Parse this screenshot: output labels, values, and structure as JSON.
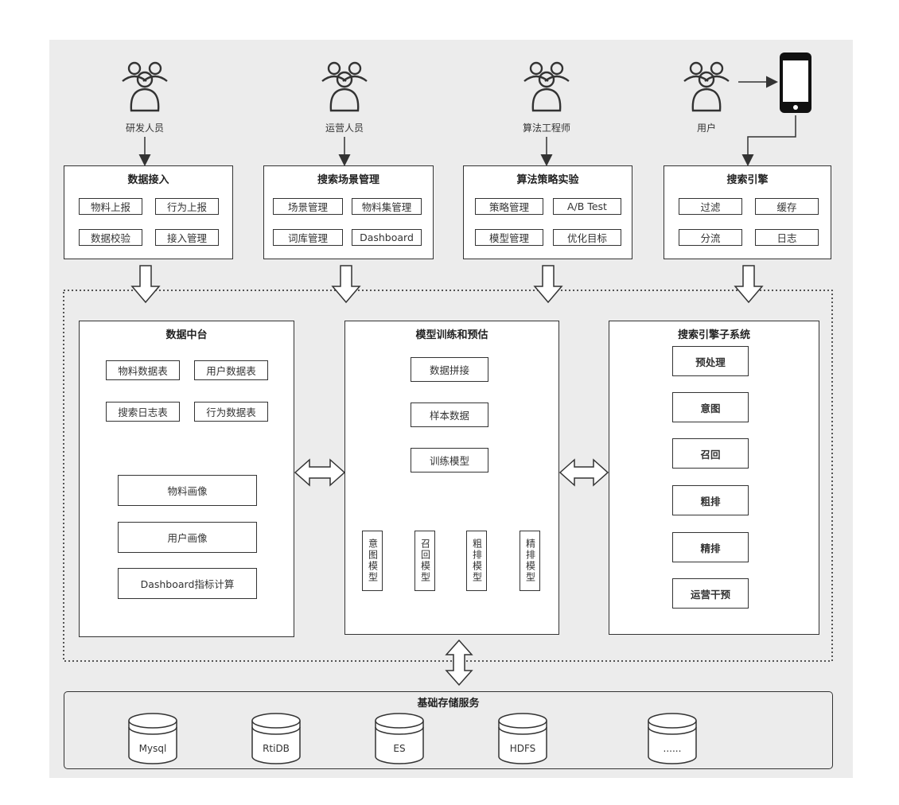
{
  "actors": {
    "developers": "研发人员",
    "operators": "运营人员",
    "algorithm_engineers": "算法工程师",
    "users": "用户"
  },
  "top_modules": {
    "data_ingest": {
      "title": "数据接入",
      "items": [
        "物料上报",
        "行为上报",
        "数据校验",
        "接入管理"
      ]
    },
    "search_scene": {
      "title": "搜索场景管理",
      "items": [
        "场景管理",
        "物料集管理",
        "词库管理",
        "Dashboard"
      ]
    },
    "algo_strategy": {
      "title": "算法策略实验",
      "items": [
        "策略管理",
        "A/B Test",
        "模型管理",
        "优化目标"
      ]
    },
    "search_engine": {
      "title": "搜索引擎",
      "items": [
        "过滤",
        "缓存",
        "分流",
        "日志"
      ]
    }
  },
  "data_platform": {
    "title": "数据中台",
    "tables": [
      "物料数据表",
      "用户数据表",
      "搜索日志表",
      "行为数据表"
    ],
    "outputs": [
      "物料画像",
      "用户画像",
      "Dashboard指标计算"
    ]
  },
  "model_training": {
    "title": "模型训练和预估",
    "steps": [
      "数据拼接",
      "样本数据",
      "训练模型"
    ],
    "models": [
      "意图模型",
      "召回模型",
      "粗排模型",
      "精排模型"
    ]
  },
  "engine_subsystem": {
    "title": "搜索引擎子系统",
    "steps": [
      "预处理",
      "意图",
      "召回",
      "粗排",
      "精排",
      "运营干预"
    ]
  },
  "storage": {
    "title": "基础存储服务",
    "items": [
      "Mysql",
      "RtiDB",
      "ES",
      "HDFS",
      "......"
    ]
  },
  "colors": {
    "background": "#ececec",
    "line": "#333333",
    "box": "#ffffff"
  }
}
